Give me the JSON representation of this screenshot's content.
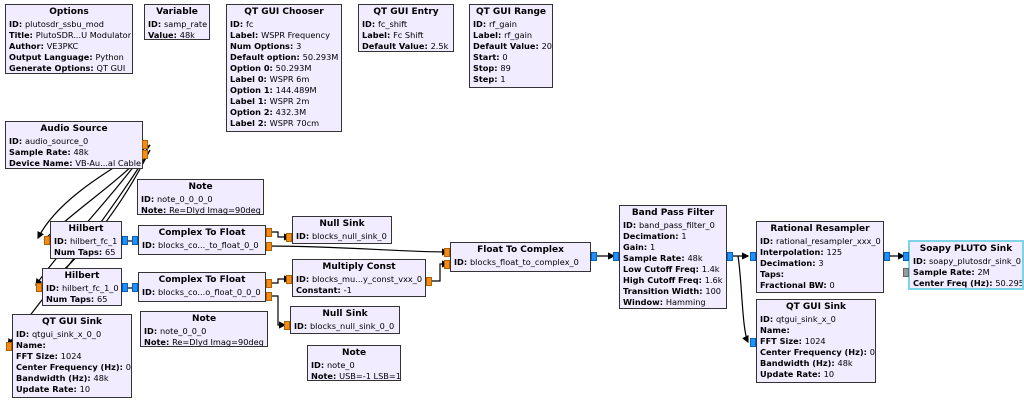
{
  "blocks": {
    "options": {
      "title": "Options",
      "props": [
        {
          "k": "ID",
          "v": "plutosdr_ssbu_mod"
        },
        {
          "k": "Title",
          "v": "PlutoSDR...U Modulator"
        },
        {
          "k": "Author",
          "v": "VE3PKC"
        },
        {
          "k": "Output Language",
          "v": "Python"
        },
        {
          "k": "Generate Options",
          "v": "QT GUI"
        }
      ]
    },
    "variable": {
      "title": "Variable",
      "props": [
        {
          "k": "ID",
          "v": "samp_rate"
        },
        {
          "k": "Value",
          "v": "48k"
        }
      ]
    },
    "chooser": {
      "title": "QT GUI Chooser",
      "props": [
        {
          "k": "ID",
          "v": "fc"
        },
        {
          "k": "Label",
          "v": "WSPR Frequency"
        },
        {
          "k": "Num Options",
          "v": "3"
        },
        {
          "k": "Default option",
          "v": "50.293M"
        },
        {
          "k": "Option 0",
          "v": "50.293M"
        },
        {
          "k": "Label 0",
          "v": "WSPR 6m"
        },
        {
          "k": "Option 1",
          "v": "144.489M"
        },
        {
          "k": "Label 1",
          "v": "WSPR 2m"
        },
        {
          "k": "Option 2",
          "v": "432.3M"
        },
        {
          "k": "Label 2",
          "v": "WSPR 70cm"
        }
      ]
    },
    "entry": {
      "title": "QT GUI Entry",
      "props": [
        {
          "k": "ID",
          "v": "fc_shift"
        },
        {
          "k": "Label",
          "v": "Fc Shift"
        },
        {
          "k": "Default Value",
          "v": "2.5k"
        }
      ]
    },
    "range": {
      "title": "QT GUI Range",
      "props": [
        {
          "k": "ID",
          "v": "rf_gain"
        },
        {
          "k": "Label",
          "v": "rf_gain"
        },
        {
          "k": "Default Value",
          "v": "20"
        },
        {
          "k": "Start",
          "v": "0"
        },
        {
          "k": "Stop",
          "v": "89"
        },
        {
          "k": "Step",
          "v": "1"
        }
      ]
    },
    "audio": {
      "title": "Audio Source",
      "props": [
        {
          "k": "ID",
          "v": "audio_source_0"
        },
        {
          "k": "Sample Rate",
          "v": "48k"
        },
        {
          "k": "Device Name",
          "v": "VB-Au...al Cable"
        }
      ]
    },
    "note1": {
      "title": "Note",
      "props": [
        {
          "k": "ID",
          "v": "note_0_0_0_0"
        },
        {
          "k": "Note",
          "v": "Re=Dlyd Imag=90deg"
        }
      ]
    },
    "hilbert1": {
      "title": "Hilbert",
      "props": [
        {
          "k": "ID",
          "v": "hilbert_fc_1"
        },
        {
          "k": "Num Taps",
          "v": "65"
        }
      ]
    },
    "ctf1": {
      "title": "Complex To Float",
      "props": [
        {
          "k": "ID",
          "v": "blocks_co..._to_float_0_0"
        }
      ]
    },
    "nullsink1": {
      "title": "Null Sink",
      "props": [
        {
          "k": "ID",
          "v": "blocks_null_sink_0"
        }
      ]
    },
    "hilbert2": {
      "title": "Hilbert",
      "props": [
        {
          "k": "ID",
          "v": "hilbert_fc_1_0"
        },
        {
          "k": "Num Taps",
          "v": "65"
        }
      ]
    },
    "ctf2": {
      "title": "Complex To Float",
      "props": [
        {
          "k": "ID",
          "v": "blocks_co...o_float_0_0_0"
        }
      ]
    },
    "multconst": {
      "title": "Multiply Const",
      "props": [
        {
          "k": "ID",
          "v": "blocks_mu...y_const_vxx_0"
        },
        {
          "k": "Constant",
          "v": "-1"
        }
      ]
    },
    "ftc": {
      "title": "Float To Complex",
      "props": [
        {
          "k": "ID",
          "v": "blocks_float_to_complex_0"
        }
      ]
    },
    "bpf": {
      "title": "Band Pass Filter",
      "props": [
        {
          "k": "ID",
          "v": "band_pass_filter_0"
        },
        {
          "k": "Decimation",
          "v": "1"
        },
        {
          "k": "Gain",
          "v": "1"
        },
        {
          "k": "Sample Rate",
          "v": "48k"
        },
        {
          "k": "Low Cutoff Freq",
          "v": "1.4k"
        },
        {
          "k": "High Cutoff Freq",
          "v": "1.6k"
        },
        {
          "k": "Transition Width",
          "v": "100"
        },
        {
          "k": "Window",
          "v": "Hamming"
        }
      ]
    },
    "resampler": {
      "title": "Rational Resampler",
      "props": [
        {
          "k": "ID",
          "v": "rational_resampler_xxx_0"
        },
        {
          "k": "Interpolation",
          "v": "125"
        },
        {
          "k": "Decimation",
          "v": "3"
        },
        {
          "k": "Taps",
          "v": ""
        },
        {
          "k": "Fractional BW",
          "v": "0"
        }
      ]
    },
    "soapy": {
      "title": "Soapy PLUTO Sink",
      "props": [
        {
          "k": "ID",
          "v": "soapy_plutosdr_sink_0"
        },
        {
          "k": "Sample Rate",
          "v": "2M"
        },
        {
          "k": "Center Freq (Hz)",
          "v": "50.295"
        }
      ]
    },
    "qtsink2": {
      "title": "QT GUI Sink",
      "props": [
        {
          "k": "ID",
          "v": "qtgui_sink_x_0"
        },
        {
          "k": "Name",
          "v": ""
        },
        {
          "k": "FFT Size",
          "v": "1024"
        },
        {
          "k": "Center Frequency (Hz)",
          "v": "0"
        },
        {
          "k": "Bandwidth (Hz)",
          "v": "48k"
        },
        {
          "k": "Update Rate",
          "v": "10"
        }
      ]
    },
    "qtsink1": {
      "title": "QT GUI Sink",
      "props": [
        {
          "k": "ID",
          "v": "qtgui_sink_x_0_0"
        },
        {
          "k": "Name",
          "v": ""
        },
        {
          "k": "FFT Size",
          "v": "1024"
        },
        {
          "k": "Center Frequency (Hz)",
          "v": "0"
        },
        {
          "k": "Bandwidth (Hz)",
          "v": "48k"
        },
        {
          "k": "Update Rate",
          "v": "10"
        }
      ]
    },
    "note2": {
      "title": "Note",
      "props": [
        {
          "k": "ID",
          "v": "note_0_0_0"
        },
        {
          "k": "Note",
          "v": "Re=Dlyd Imag=90deg"
        }
      ]
    },
    "nullsink2": {
      "title": "Null Sink",
      "props": [
        {
          "k": "ID",
          "v": "blocks_null_sink_0_0"
        }
      ]
    },
    "note3": {
      "title": "Note",
      "props": [
        {
          "k": "ID",
          "v": "note_0"
        },
        {
          "k": "Note",
          "v": "USB=-1 LSB=1"
        }
      ]
    }
  },
  "colors": {
    "block_bg": "#f1ecff",
    "complex_port": "#1e90ff",
    "float_port": "#f28c18",
    "selected_border": "#7fd3e6"
  }
}
